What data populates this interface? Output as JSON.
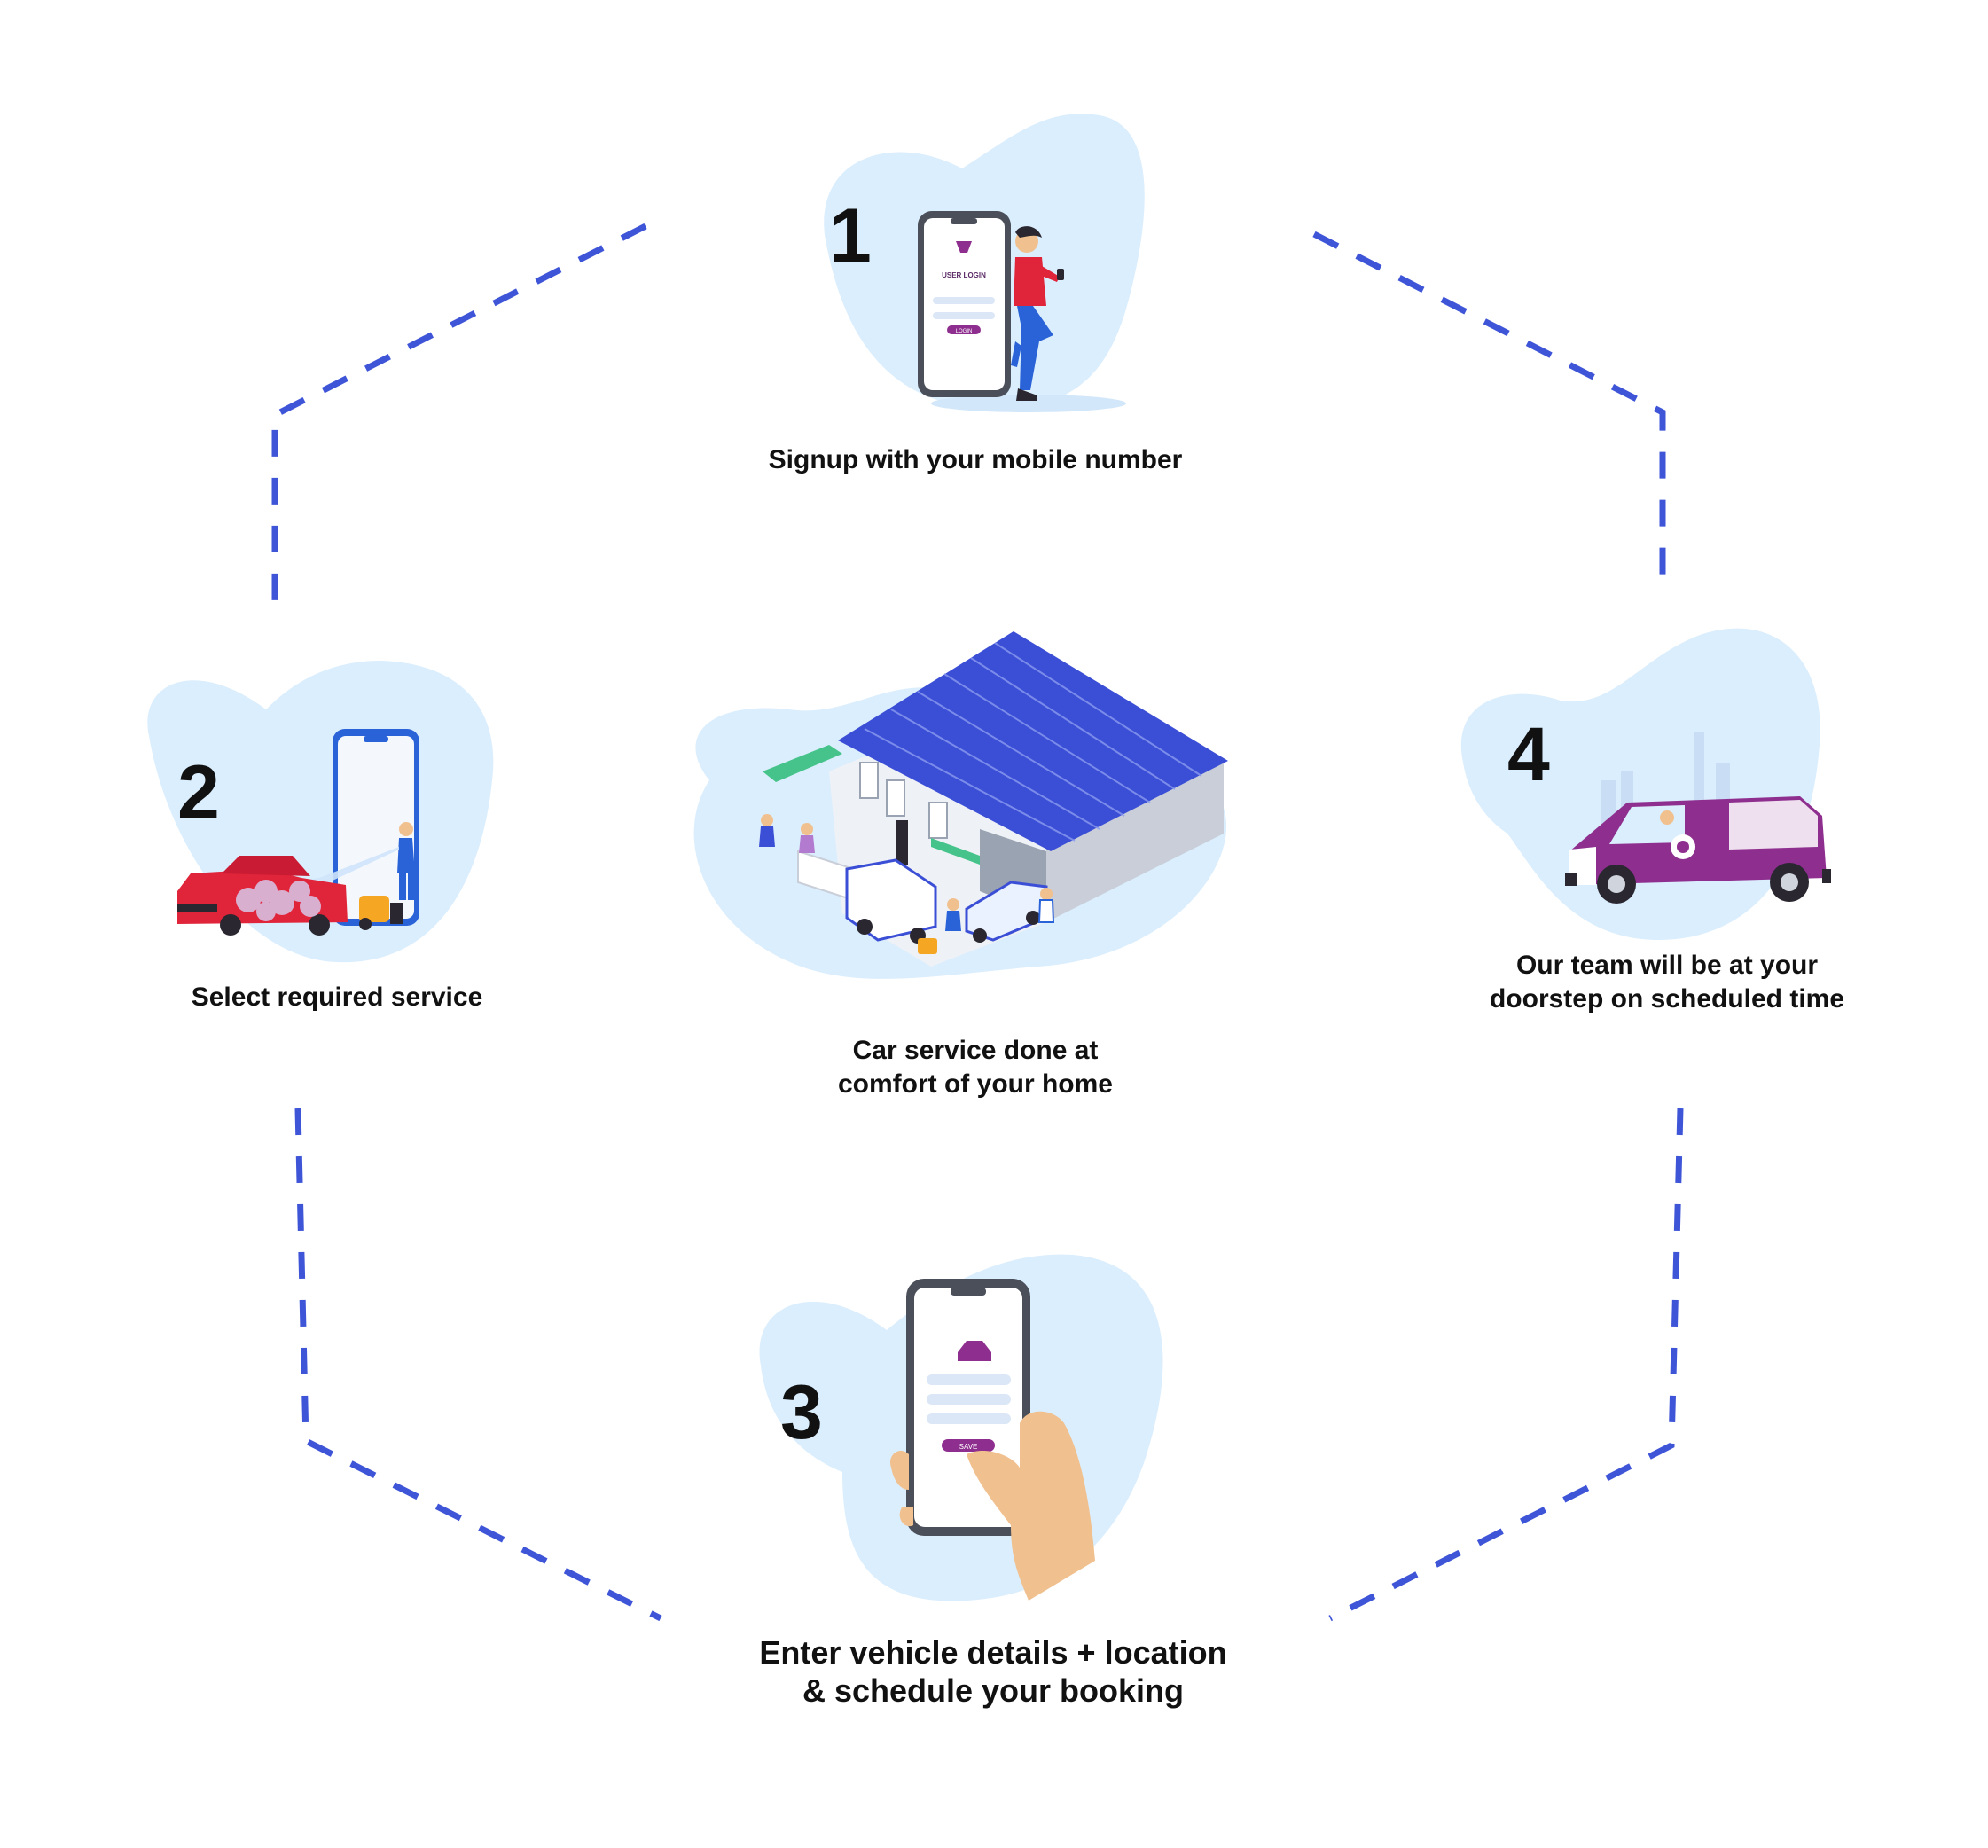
{
  "steps": [
    {
      "number": "1",
      "caption": [
        "Signup with your mobile number"
      ],
      "phone_text": {
        "title": "USER LOGIN",
        "button": "LOGIN"
      }
    },
    {
      "number": "2",
      "caption": [
        "Select required service"
      ]
    },
    {
      "number": "3",
      "caption": [
        "Enter vehicle details + location",
        "& schedule your booking"
      ],
      "phone_text": {
        "button": "SAVE"
      }
    },
    {
      "number": "4",
      "caption": [
        "Our team will be at your",
        "doorstep on scheduled time"
      ]
    }
  ],
  "center": {
    "caption": [
      "Car service done at",
      "comfort of your home"
    ]
  },
  "colors": {
    "dash": "#3f55d8",
    "blob": "#dbeefd",
    "roof": "#3b4fd6",
    "brand_purple": "#8e2f8f",
    "car_red": "#e0243a",
    "skin": "#f1c08f",
    "text": "#111111"
  },
  "icons": [
    "phone-login-illustration",
    "car-wash-illustration",
    "phone-hand-illustration",
    "service-van-illustration",
    "garage-house-illustration"
  ]
}
